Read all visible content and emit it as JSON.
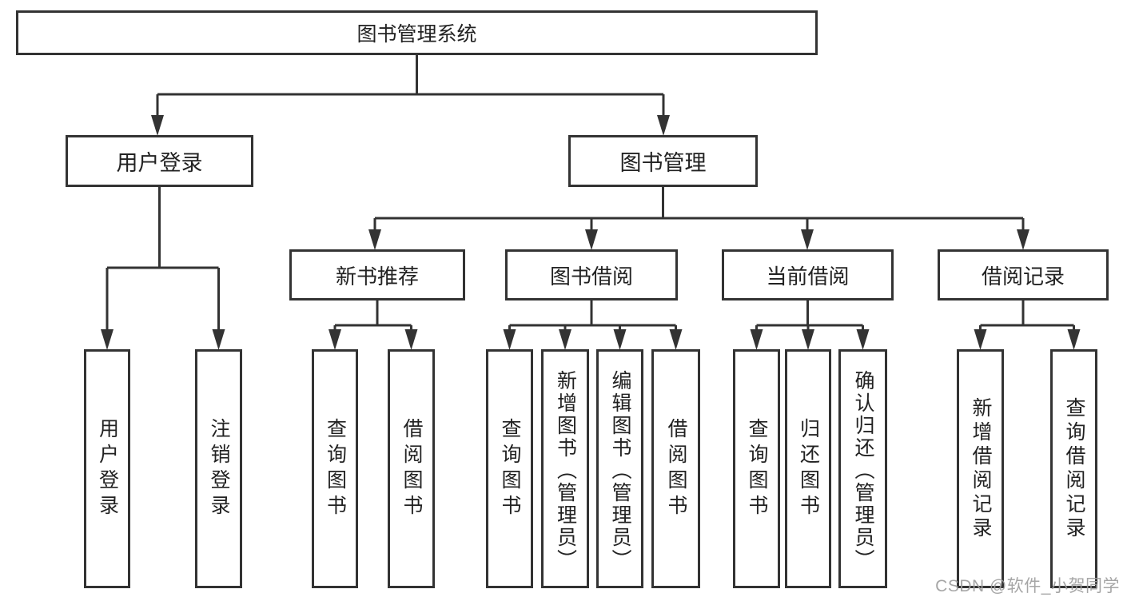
{
  "diagram": {
    "root": {
      "label": "图书管理系统"
    },
    "branches": [
      {
        "label": "用户登录",
        "children": [
          {
            "label": "用户登录"
          },
          {
            "label": "注销登录"
          }
        ]
      },
      {
        "label": "图书管理",
        "children": [
          {
            "label": "新书推荐",
            "children": [
              {
                "label": "查询图书"
              },
              {
                "label": "借阅图书"
              }
            ]
          },
          {
            "label": "图书借阅",
            "children": [
              {
                "label": "查询图书"
              },
              {
                "label": "新增图书（管理员）"
              },
              {
                "label": "编辑图书（管理员）"
              },
              {
                "label": "借阅图书"
              }
            ]
          },
          {
            "label": "当前借阅",
            "children": [
              {
                "label": "查询图书"
              },
              {
                "label": "归还图书"
              },
              {
                "label": "确认归还（管理员）"
              }
            ]
          },
          {
            "label": "借阅记录",
            "children": [
              {
                "label": "新增借阅记录"
              },
              {
                "label": "查询借阅记录"
              }
            ]
          }
        ]
      }
    ]
  },
  "watermark": {
    "text": "CSDN @软件_小贺同学"
  },
  "colors": {
    "line": "#333333",
    "box_border": "#333333",
    "text": "#222222",
    "watermark_text": "#9e9e9e",
    "background": "#ffffff"
  }
}
